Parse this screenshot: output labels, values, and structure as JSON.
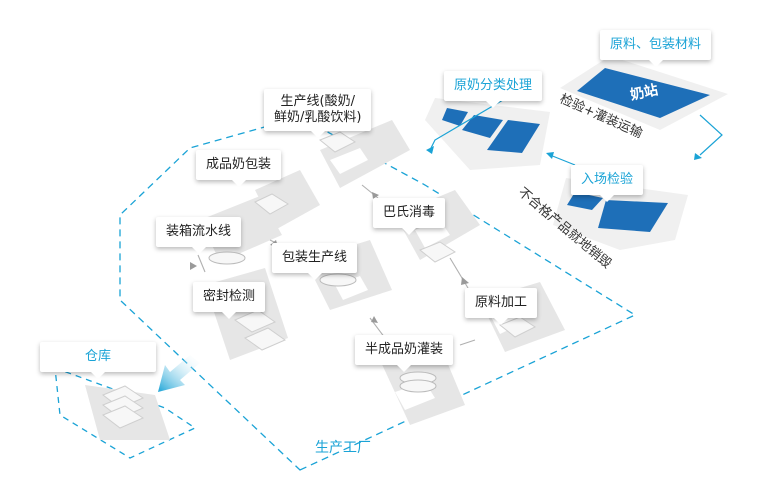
{
  "labels": {
    "raw_material": "原料、包装材料",
    "milk_station": "奶站",
    "inspect_transport": "检验+灌装运输",
    "raw_milk_sort": "原奶分类处理",
    "entry_inspection": "入场检验",
    "reject_destroy": "不合格产品就地销毁",
    "production_line_1": "生产线(酸奶/",
    "production_line_2": "鲜奶/乳酸饮料)",
    "finished_pack": "成品奶包装",
    "pasteurize": "巴氏消毒",
    "boxing_line": "装箱流水线",
    "pack_line": "包装生产线",
    "seal_check": "密封检测",
    "raw_process": "原料加工",
    "semi_fill": "半成品奶灌装",
    "warehouse": "仓库",
    "factory": "生产工厂"
  },
  "colors": {
    "accent": "#1aa3d6",
    "dark_blue": "#1e6fb8",
    "platform": "#e6e6e6",
    "text": "#222222"
  }
}
